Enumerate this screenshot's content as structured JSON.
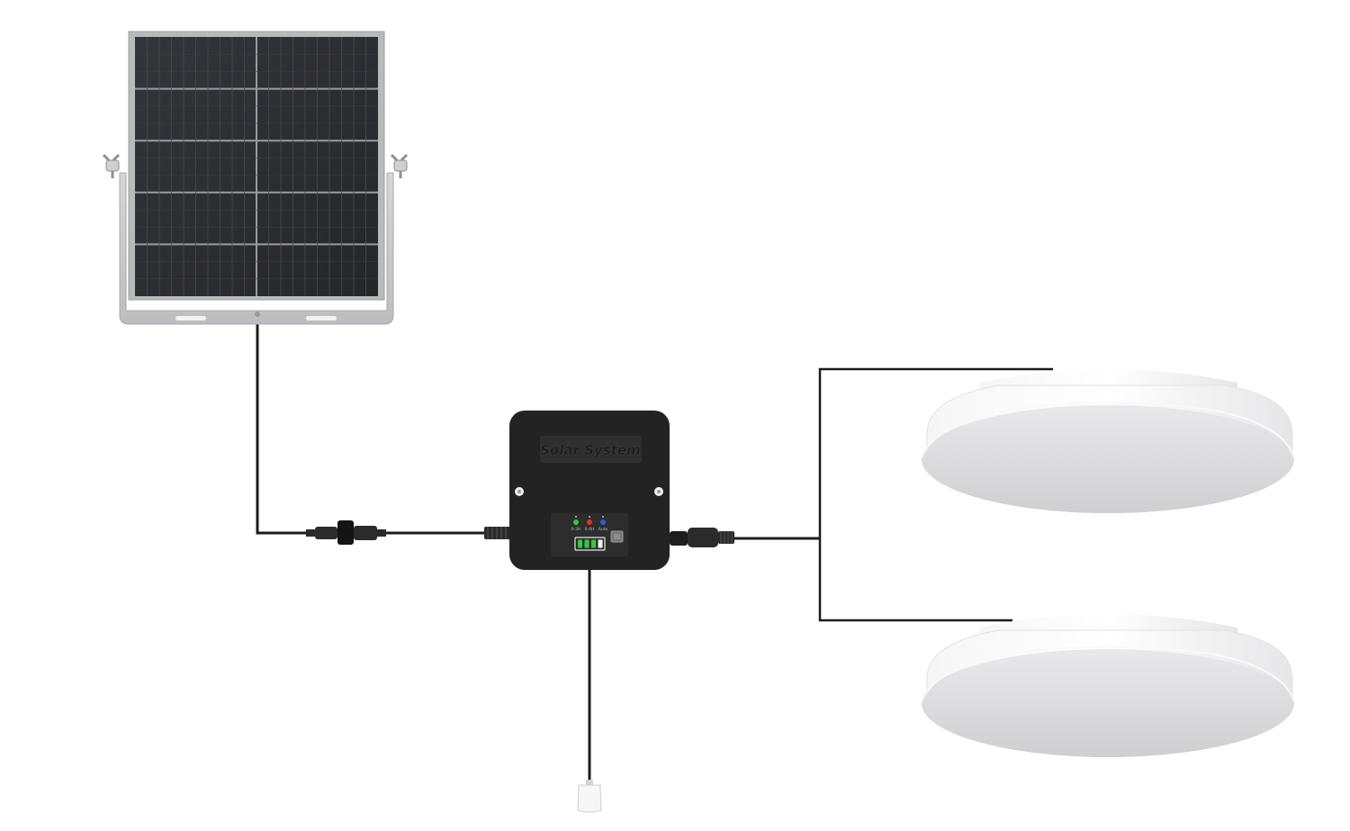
{
  "controller": {
    "brand_label": "Solar System",
    "indicators": [
      {
        "label": "0-3H",
        "color": "#2ecc40"
      },
      {
        "label": "0-4H",
        "color": "#e53030"
      },
      {
        "label": "Auto",
        "color": "#2a5fd6"
      }
    ],
    "battery_level": 0.75
  },
  "colors": {
    "panel_cell": "#2a2b2e",
    "panel_frame": "#b9babc",
    "controller_body": "#232323",
    "cable": "#1c1c1c",
    "lamp_face": "#dcdcde"
  }
}
